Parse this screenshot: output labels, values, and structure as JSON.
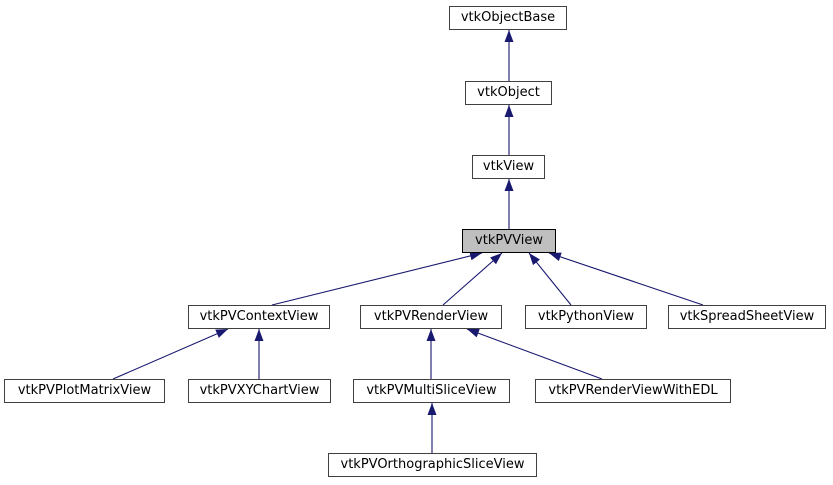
{
  "diagram": {
    "kind": "class-inheritance-graph",
    "highlighted_node": "vtkPVView",
    "colors": {
      "background": "#ffffff",
      "edge": "#191970",
      "node_fill": "#ffffff",
      "node_border": "#404040",
      "highlight_fill": "#bfbfbf",
      "highlight_border": "#000000",
      "text": "#000000"
    },
    "nodes": [
      {
        "label": "vtkObjectBase",
        "parent": null
      },
      {
        "label": "vtkObject",
        "parent": "vtkObjectBase"
      },
      {
        "label": "vtkView",
        "parent": "vtkObject"
      },
      {
        "label": "vtkPVView",
        "parent": "vtkView",
        "highlighted": true
      },
      {
        "label": "vtkPVContextView",
        "parent": "vtkPVView"
      },
      {
        "label": "vtkPVRenderView",
        "parent": "vtkPVView"
      },
      {
        "label": "vtkPythonView",
        "parent": "vtkPVView"
      },
      {
        "label": "vtkSpreadSheetView",
        "parent": "vtkPVView"
      },
      {
        "label": "vtkPVPlotMatrixView",
        "parent": "vtkPVContextView"
      },
      {
        "label": "vtkPVXYChartView",
        "parent": "vtkPVContextView"
      },
      {
        "label": "vtkPVMultiSliceView",
        "parent": "vtkPVRenderView"
      },
      {
        "label": "vtkPVRenderViewWithEDL",
        "parent": "vtkPVRenderView"
      },
      {
        "label": "vtkPVOrthographicSliceView",
        "parent": "vtkPVMultiSliceView"
      }
    ]
  }
}
